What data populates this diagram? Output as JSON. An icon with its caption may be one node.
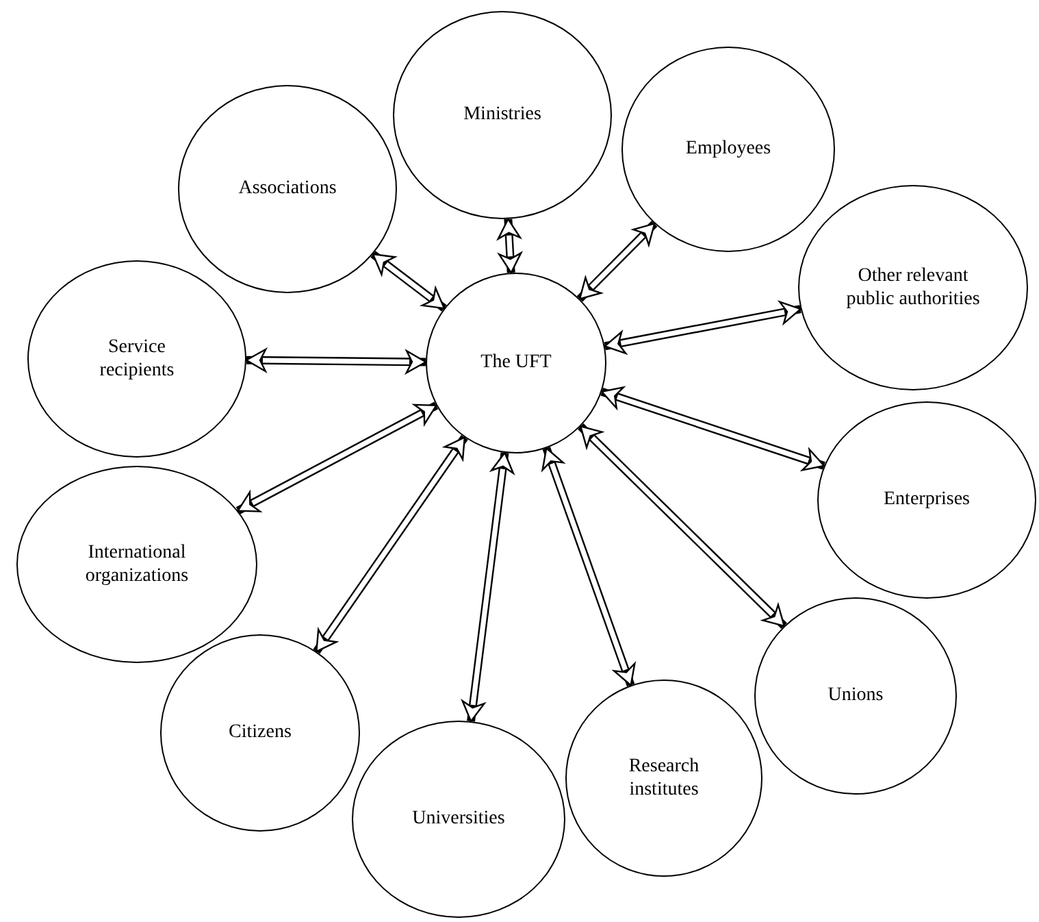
{
  "diagram": {
    "nodes": [
      {
        "text": [
          "The UFT"
        ]
      },
      {
        "text": [
          "Ministries"
        ]
      },
      {
        "text": [
          "Employees"
        ]
      },
      {
        "text": [
          "Associations"
        ]
      },
      {
        "text": [
          "Other relevant public authorities"
        ]
      },
      {
        "text": [
          "Service recipients"
        ]
      },
      {
        "text": [
          "Enterprises"
        ]
      },
      {
        "text": [
          "International organizations"
        ]
      },
      {
        "text": [
          "Unions"
        ]
      },
      {
        "text": [
          "Citizens"
        ]
      },
      {
        "text": [
          "Research institutes"
        ]
      },
      {
        "text": [
          "Universities"
        ]
      }
    ],
    "edges": [
      {
        "from": 0,
        "to": 1,
        "arrow": "both"
      },
      {
        "from": 0,
        "to": 2,
        "arrow": "both"
      },
      {
        "from": 0,
        "to": 3,
        "arrow": "both"
      },
      {
        "from": 0,
        "to": 4,
        "arrow": "both"
      },
      {
        "from": 0,
        "to": 5,
        "arrow": "both"
      },
      {
        "from": 0,
        "to": 6,
        "arrow": "both"
      },
      {
        "from": 0,
        "to": 7,
        "arrow": "both"
      },
      {
        "from": 0,
        "to": 8,
        "arrow": "both"
      },
      {
        "from": 0,
        "to": 9,
        "arrow": "both"
      },
      {
        "from": 0,
        "to": 10,
        "arrow": "both"
      },
      {
        "from": 0,
        "to": 11,
        "arrow": "both"
      }
    ]
  }
}
